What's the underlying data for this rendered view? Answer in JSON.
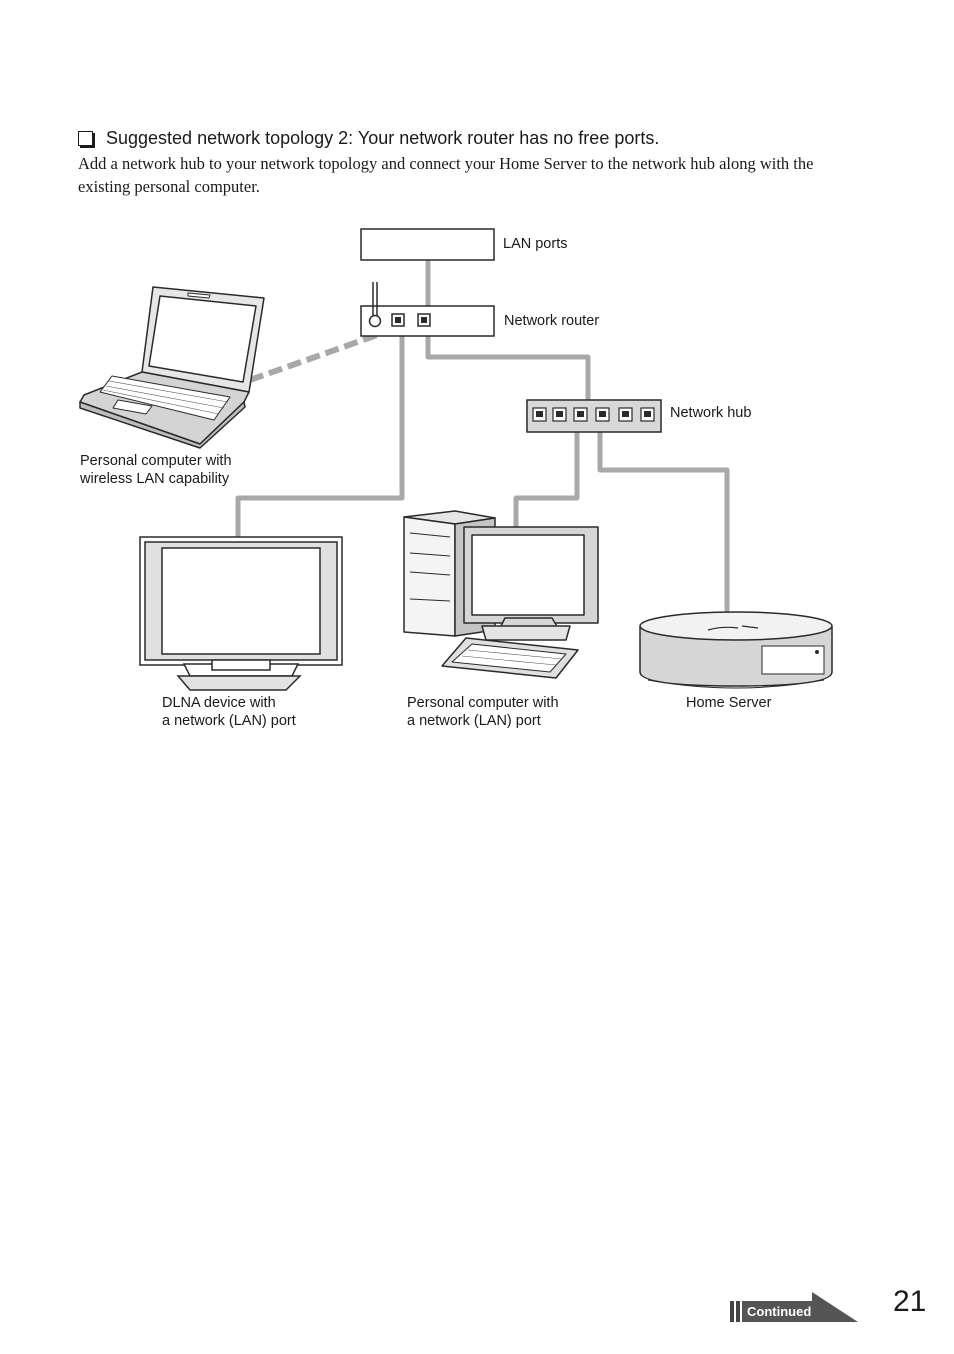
{
  "section": {
    "title": "Suggested network topology 2: Your network router has no free ports.",
    "intro": "Add a network hub to your network topology and connect your Home Server to the network hub along with the existing personal computer."
  },
  "diagram": {
    "labels": {
      "lan_ports": "LAN ports",
      "network_router": "Network router",
      "network_hub": "Network hub",
      "laptop_line1": "Personal computer with",
      "laptop_line2": "wireless LAN capability",
      "dlna_line1": "DLNA device with",
      "dlna_line2": "a network (LAN) port",
      "desktop_line1": "Personal computer with",
      "desktop_line2": "a network (LAN) port",
      "home_server": "Home Server"
    },
    "colors": {
      "cable": "#a8a8a8",
      "wireless": "#a8a8a8",
      "outline": "#2a2a2a",
      "fill": "#d8d8d8"
    }
  },
  "footer": {
    "continued": "Continued",
    "page_number": "21"
  }
}
